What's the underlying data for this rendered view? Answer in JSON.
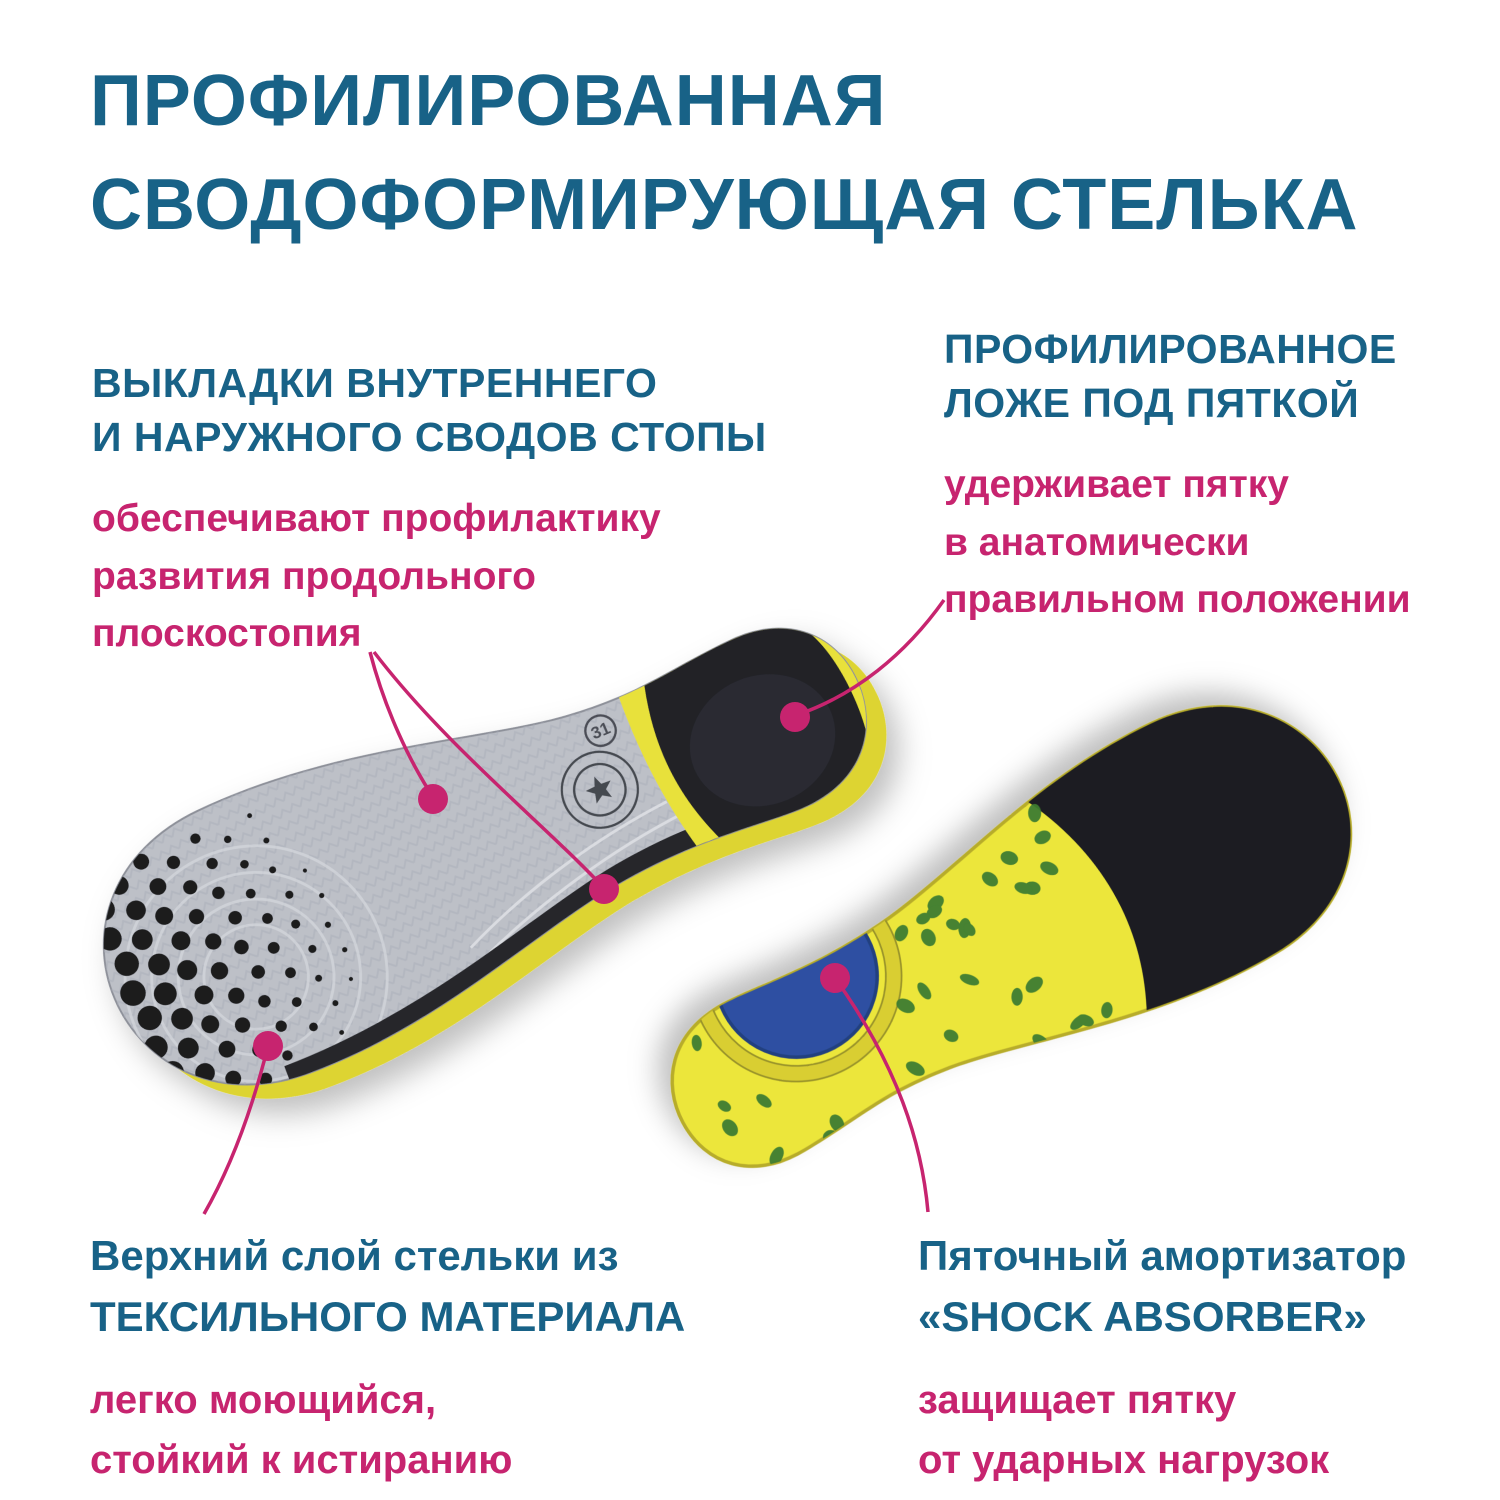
{
  "title": {
    "lines": [
      "ПРОФИЛИРОВАННАЯ",
      "СВОДОФОРМИРУЮЩАЯ СТЕЛЬКА"
    ]
  },
  "callouts": {
    "arch": {
      "heading": [
        "ВЫКЛАДКИ ВНУТРЕННЕГО",
        "И НАРУЖНОГО СВОДОВ СТОПЫ"
      ],
      "body": [
        "обеспечивают профилактику",
        "развития продольного",
        "плоскостопия"
      ]
    },
    "heel_bed": {
      "heading": [
        "ПРОФИЛИРОВАННОЕ",
        "ЛОЖЕ ПОД ПЯТКОЙ"
      ],
      "body": [
        "удерживает пятку",
        "в анатомически",
        "правильном положении"
      ]
    },
    "top_layer": {
      "blue": [
        "Верхний слой стельки из",
        "ТЕКСИЛЬНОГО МАТЕРИАЛА"
      ],
      "pink": [
        "легко моющийся,",
        "стойкий к истиранию"
      ]
    },
    "shock_absorber": {
      "blue": [
        "Пяточный амортизатор",
        "«SHOCK ABSORBER»"
      ],
      "pink": [
        "защищает пятку",
        "от ударных нагрузок"
      ]
    }
  },
  "insole": {
    "size": "31"
  },
  "colors": {
    "heading_blue": "#186287",
    "accent_pink": "#c7246f",
    "insole_yellow": "#ece63a",
    "insole_gray": "#bdc0c7",
    "dot_green": "#3e7d31",
    "absorber_blue": "#2d50a2",
    "heel_black": "#1d1e23"
  }
}
